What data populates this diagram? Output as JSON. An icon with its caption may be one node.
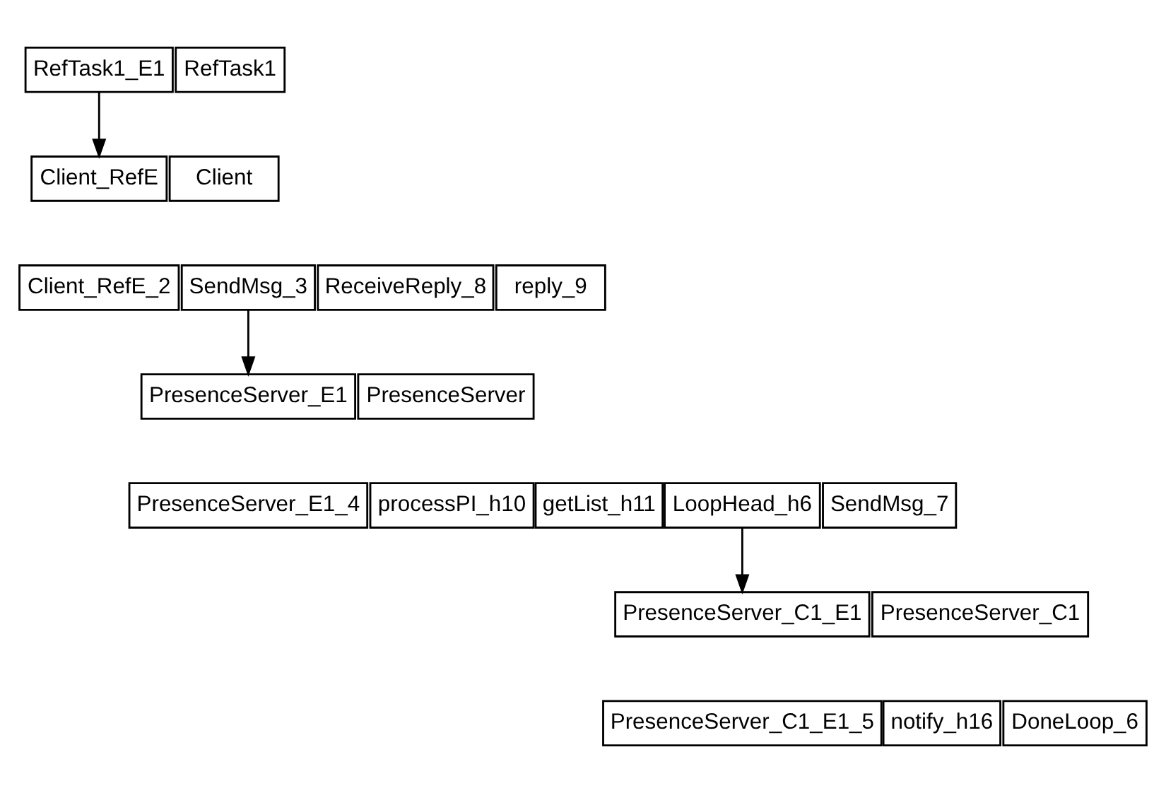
{
  "diagram": {
    "nodes": [
      {
        "text": [
          "RefTask1_E1"
        ]
      },
      {
        "text": [
          "RefTask1"
        ]
      },
      {
        "text": [
          "Client_RefE"
        ]
      },
      {
        "text": [
          "Client"
        ]
      },
      {
        "text": [
          "Client_RefE_2"
        ]
      },
      {
        "text": [
          "SendMsg_3"
        ]
      },
      {
        "text": [
          "ReceiveReply_8"
        ]
      },
      {
        "text": [
          "reply_9"
        ]
      },
      {
        "text": [
          "PresenceServer_E1"
        ]
      },
      {
        "text": [
          "PresenceServer"
        ]
      },
      {
        "text": [
          "PresenceServer_E1_4"
        ]
      },
      {
        "text": [
          "processPI_h10"
        ]
      },
      {
        "text": [
          "getList_h11"
        ]
      },
      {
        "text": [
          "LoopHead_h6"
        ]
      },
      {
        "text": [
          "SendMsg_7"
        ]
      },
      {
        "text": [
          "PresenceServer_C1_E1"
        ]
      },
      {
        "text": [
          "PresenceServer_C1"
        ]
      },
      {
        "text": [
          "PresenceServer_C1_E1_5"
        ]
      },
      {
        "text": [
          "notify_h16"
        ]
      },
      {
        "text": [
          "DoneLoop_6"
        ]
      }
    ],
    "edges": [
      {
        "from": 0,
        "to": 2,
        "arrow": "to"
      },
      {
        "from": 5,
        "to": 8,
        "arrow": "to"
      },
      {
        "from": 13,
        "to": 15,
        "arrow": "to"
      }
    ]
  }
}
